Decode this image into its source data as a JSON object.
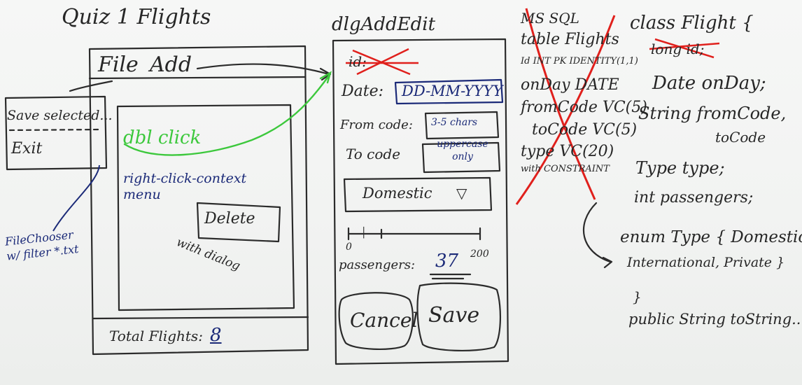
{
  "title": "Quiz 1 Flights",
  "main_window": {
    "menu_file": "File",
    "menu_add": "Add",
    "file_menu_items": [
      "Save selected...",
      "Exit"
    ],
    "double_click_note": "dbl click",
    "context_menu_note": "right-click-context menu",
    "delete_item": "Delete",
    "delete_note": "with dialog",
    "status_label": "Total Flights:",
    "status_value": "8"
  },
  "file_chooser_note": "FileChooser w/ filter *.txt",
  "dialog": {
    "title": "dlgAddEdit",
    "id_label": "id:",
    "date_label": "Date:",
    "date_placeholder": "DD-MM-YYYY",
    "from_label": "From code:",
    "from_hint": "3-5 chars",
    "to_label": "To code",
    "to_hint": "uppercase only",
    "type_value": "Domestic",
    "slider_min": "0",
    "slider_max": "200",
    "slider_value": 0.11,
    "passengers_label": "passengers:",
    "passengers_value": "37",
    "cancel_label": "Cancel",
    "save_label": "Save"
  },
  "sql": {
    "lines": [
      "MS SQL",
      "table Flights",
      "Id INT PK IDENTITY(1,1)",
      "onDay DATE",
      "fromCode VC(5)",
      "toCode VC(5)",
      "type VC(20)",
      "with CONSTRAINT"
    ]
  },
  "class_def": {
    "lines": [
      "class Flight {",
      "long id;",
      "Date onDay;",
      "String fromCode,",
      "toCode",
      "Type type;",
      "int passengers;",
      "enum Type { Domestic",
      "International, Private }",
      "}",
      "public String toString..."
    ]
  },
  "colors": {
    "ink_black": "#262626",
    "ink_blue": "#1b2a78",
    "ink_green": "#3cc83c",
    "ink_red": "#e0201c"
  }
}
